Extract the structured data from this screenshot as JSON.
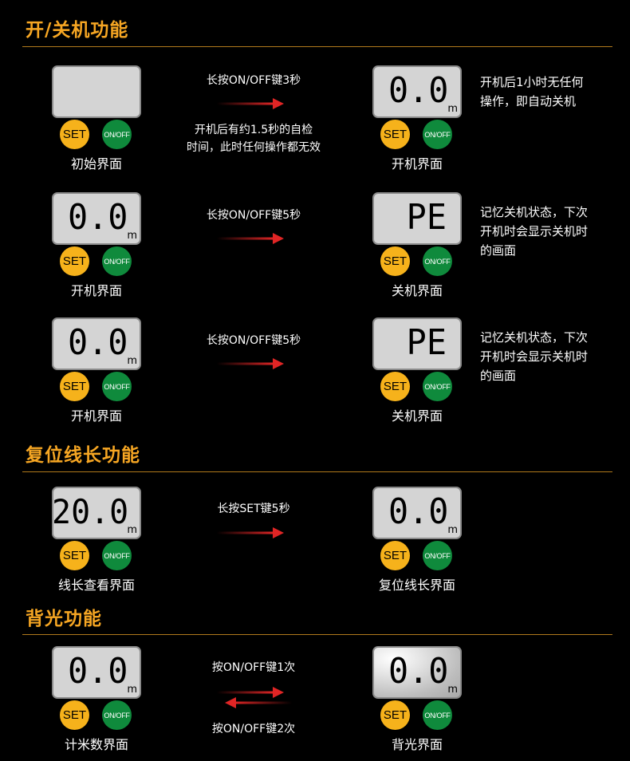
{
  "sections": [
    {
      "title": "开/关机功能"
    },
    {
      "title": "复位线长功能"
    },
    {
      "title": "背光功能"
    }
  ],
  "colors": {
    "heading": "#f6a623",
    "set_button": "#f6b21b",
    "onoff_button": "#0f8a3c",
    "arrow": "#e02525",
    "screen": "#d4d4d4"
  },
  "buttons": {
    "set": "SET",
    "onoff": "ON/OFF"
  },
  "unit": "m",
  "rows": [
    {
      "left": {
        "display": "",
        "label": "初始界面"
      },
      "action": [
        "长按ON/OFF键3秒"
      ],
      "action_note": [
        "开机后有约1.5秒的自检",
        "时间，此时任何操作都无效"
      ],
      "right": {
        "display": "0.0",
        "label": "开机界面"
      },
      "note": [
        "开机后1小时无任何",
        "操作，即自动关机"
      ]
    },
    {
      "left": {
        "display": "0.0",
        "label": "开机界面"
      },
      "action": [
        "长按ON/OFF键5秒"
      ],
      "right": {
        "display": "PE",
        "label": "关机界面"
      },
      "note": [
        "记忆关机状态，下次",
        "开机时会显示关机时",
        "的画面"
      ]
    },
    {
      "left": {
        "display": "0.0",
        "label": "开机界面"
      },
      "action": [
        "长按ON/OFF键5秒"
      ],
      "right": {
        "display": "PE",
        "label": "关机界面"
      },
      "note": [
        "记忆关机状态，下次",
        "开机时会显示关机时",
        "的画面"
      ]
    },
    {
      "left": {
        "display": "20.0",
        "label": "线长查看界面"
      },
      "action": [
        "长按SET键5秒"
      ],
      "right": {
        "display": "0.0",
        "label": "复位线长界面"
      }
    },
    {
      "left": {
        "display": "0.0",
        "label": "计米数界面"
      },
      "action": [
        "按ON/OFF键1次"
      ],
      "action_below": [
        "按ON/OFF键2次"
      ],
      "right": {
        "display": "0.0",
        "label": "背光界面",
        "backlit": true
      }
    }
  ]
}
